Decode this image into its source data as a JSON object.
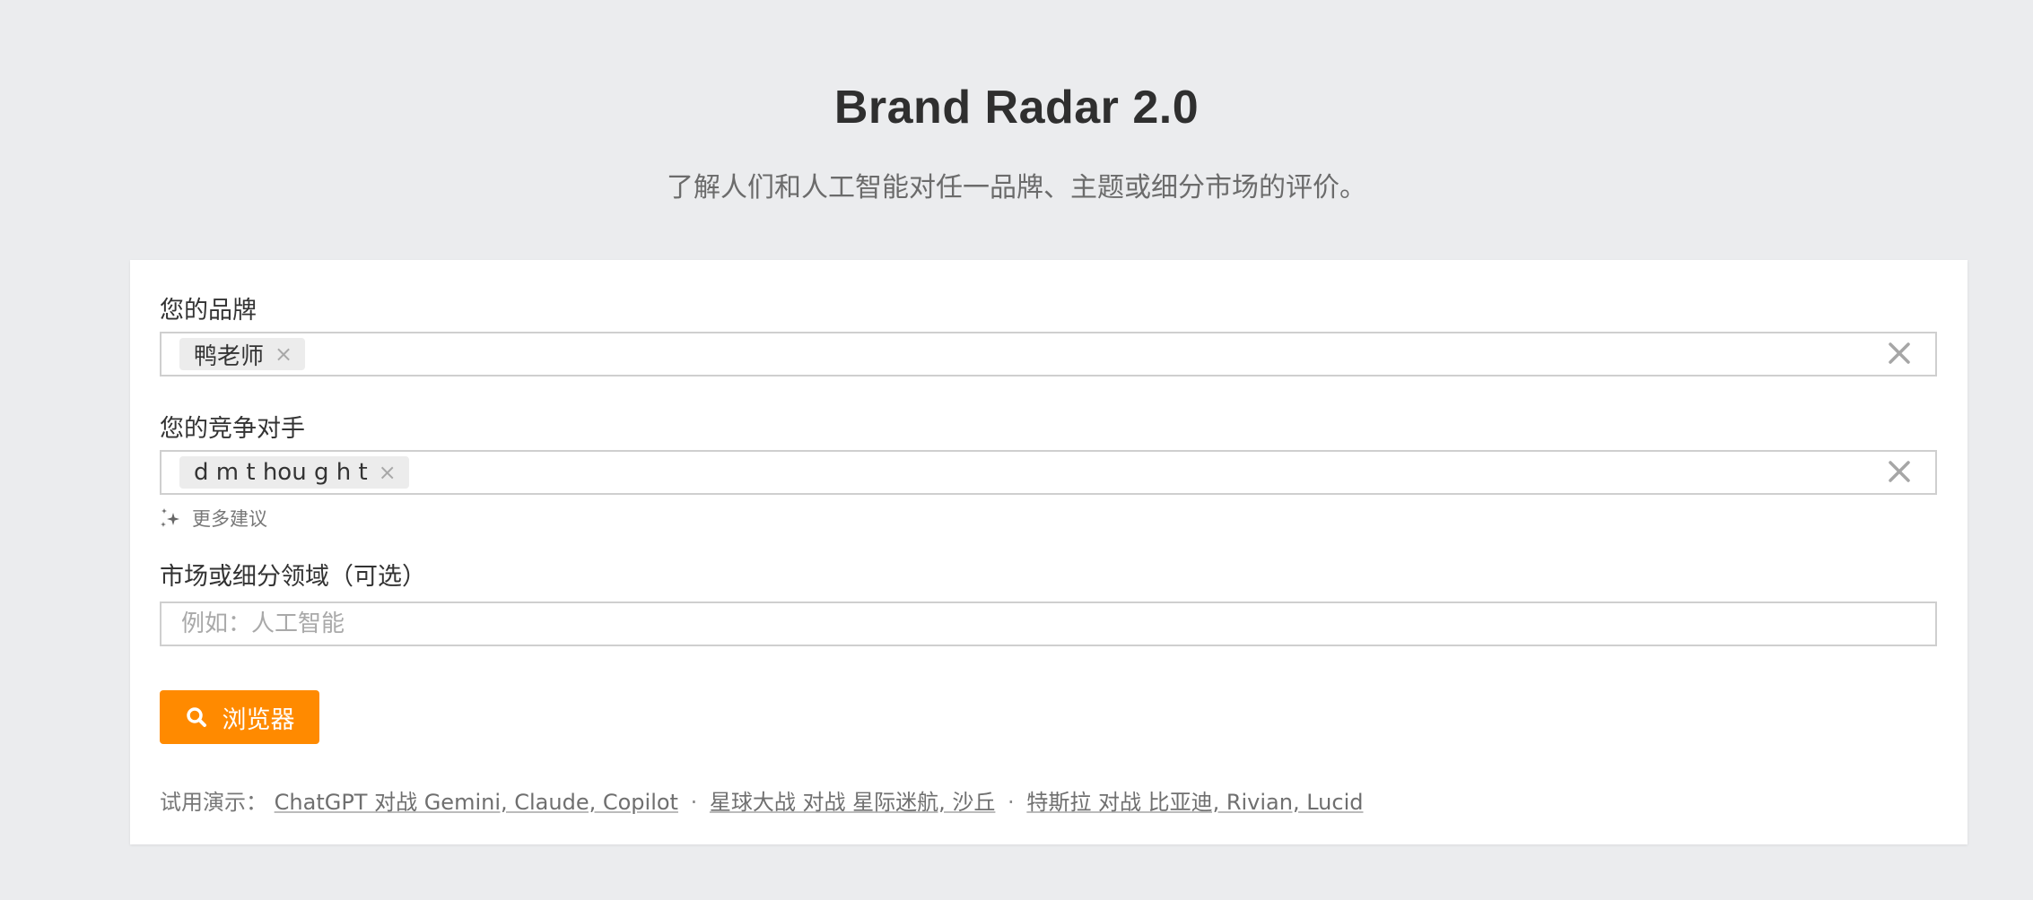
{
  "header": {
    "title": "Brand Radar 2.0",
    "subtitle": "了解人们和人工智能对任一品牌、主题或细分市场的评价。"
  },
  "form": {
    "brand": {
      "label": "您的品牌",
      "tags": [
        "鸭老师"
      ],
      "tag_remove_glyph": "×"
    },
    "competitors": {
      "label": "您的竞争对手",
      "tags": [
        "d m t hou g h t"
      ],
      "tag_remove_glyph": "×",
      "suggest_label": "更多建议",
      "suggest_icon": "sparkles-icon"
    },
    "market": {
      "label": "市场或细分领域（可选）",
      "value": "",
      "placeholder": "例如：人工智能"
    },
    "submit": {
      "label": "浏览器",
      "icon": "search-icon",
      "color": "#ff8a00"
    }
  },
  "demos": {
    "prefix": "试用演示：",
    "separator": "·",
    "links": [
      "ChatGPT 对战 Gemini, Claude, Copilot",
      "星球大战 对战 星际迷航, 沙丘",
      "特斯拉 对战 比亚迪, Rivian, Lucid"
    ]
  }
}
